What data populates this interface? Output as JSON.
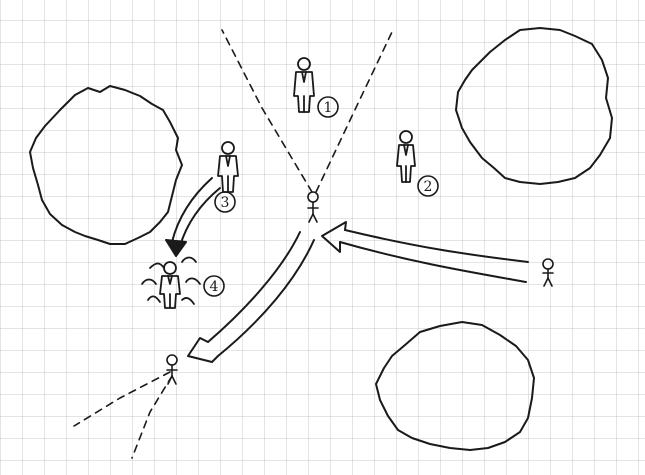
{
  "scene": {
    "labels": {
      "one": "1",
      "two": "2",
      "three": "3",
      "four": "4"
    },
    "colors": {
      "paper": "#ffffff",
      "grid": "#c8c8c8",
      "ink": "#1a1a1a"
    }
  }
}
